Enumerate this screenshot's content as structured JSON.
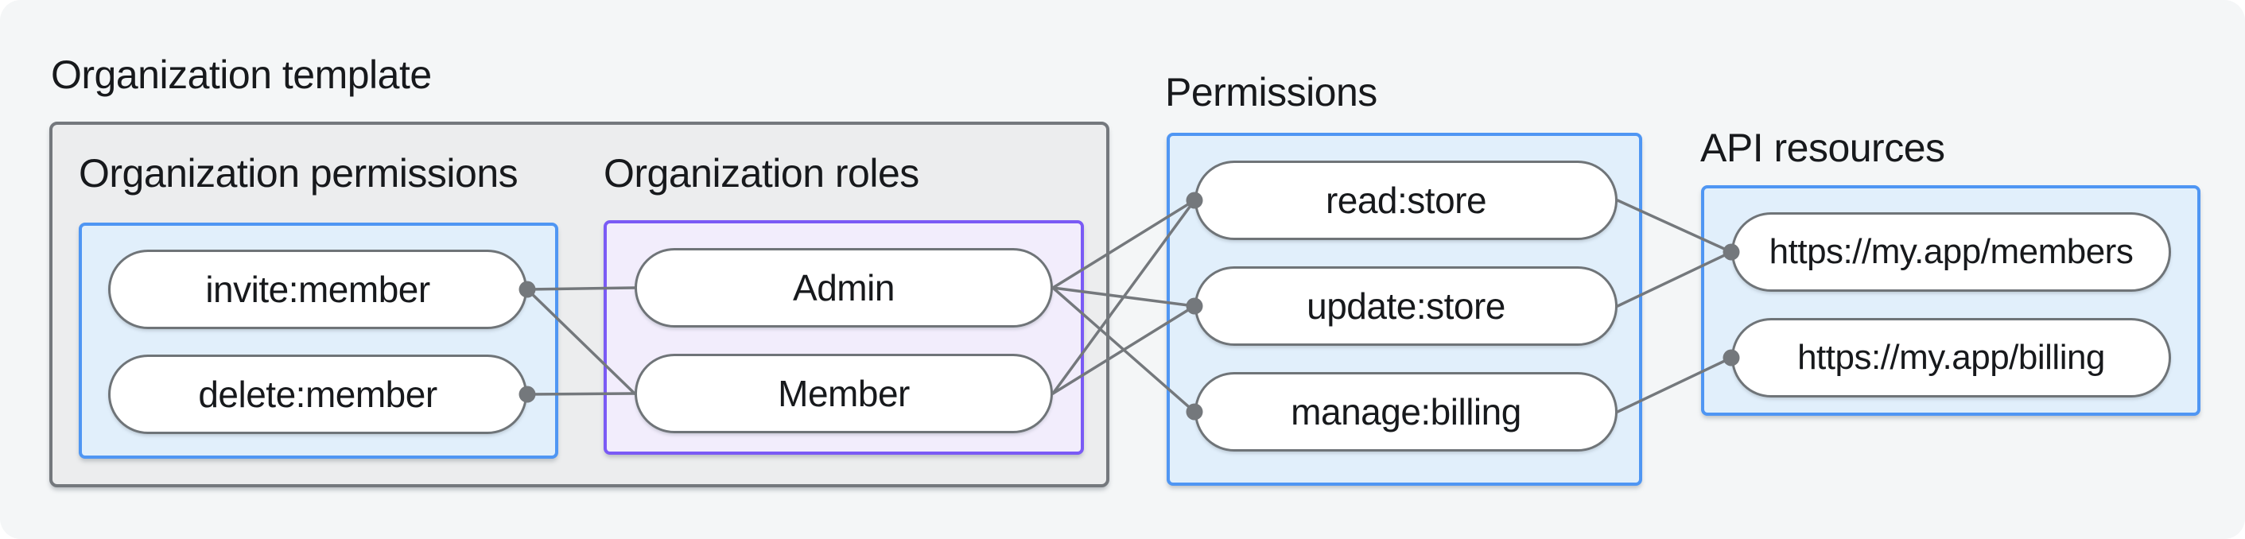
{
  "canvas": {
    "background": "#f4f6f7"
  },
  "colors": {
    "canvas_bg": "#f4f6f7",
    "box_gray_fill": "#ecedee",
    "box_gray_border": "#74787d",
    "box_blue_fill": "#e1effb",
    "box_blue_border": "#4f96f3",
    "box_purple_fill": "#f2edfc",
    "box_purple_border": "#7a5af5",
    "pill_border": "#6f7478",
    "connector": "#74787c",
    "text": "#17191c"
  },
  "groups": {
    "template": {
      "label": "Organization template"
    },
    "org_permissions": {
      "label": "Organization permissions"
    },
    "org_roles": {
      "label": "Organization roles"
    },
    "permissions": {
      "label": "Permissions"
    },
    "api_resources": {
      "label": "API resources"
    }
  },
  "diagram": {
    "nodes": [
      {
        "id": "invite-member",
        "label": "invite:member",
        "group": "org_permissions",
        "dot": "right"
      },
      {
        "id": "delete-member",
        "label": "delete:member",
        "group": "org_permissions",
        "dot": "right"
      },
      {
        "id": "admin",
        "label": "Admin",
        "group": "org_roles",
        "dot": null
      },
      {
        "id": "member",
        "label": "Member",
        "group": "org_roles",
        "dot": null
      },
      {
        "id": "read-store",
        "label": "read:store",
        "group": "permissions",
        "dot": "left"
      },
      {
        "id": "update-store",
        "label": "update:store",
        "group": "permissions",
        "dot": "left"
      },
      {
        "id": "manage-billing",
        "label": "manage:billing",
        "group": "permissions",
        "dot": "left"
      },
      {
        "id": "members-api",
        "label": "https://my.app/members",
        "group": "api_resources",
        "dot": "left"
      },
      {
        "id": "billing-api",
        "label": "https://my.app/billing",
        "group": "api_resources",
        "dot": "left"
      }
    ],
    "edges": [
      {
        "from": "invite-member",
        "from_side": "right",
        "to": "admin",
        "to_side": "left"
      },
      {
        "from": "invite-member",
        "from_side": "right",
        "to": "member",
        "to_side": "left"
      },
      {
        "from": "delete-member",
        "from_side": "right",
        "to": "member",
        "to_side": "left"
      },
      {
        "from": "admin",
        "from_side": "right",
        "to": "read-store",
        "to_side": "left"
      },
      {
        "from": "admin",
        "from_side": "right",
        "to": "update-store",
        "to_side": "left"
      },
      {
        "from": "admin",
        "from_side": "right",
        "to": "manage-billing",
        "to_side": "left"
      },
      {
        "from": "member",
        "from_side": "right",
        "to": "read-store",
        "to_side": "left"
      },
      {
        "from": "member",
        "from_side": "right",
        "to": "update-store",
        "to_side": "left"
      },
      {
        "from": "read-store",
        "from_side": "right",
        "to": "members-api",
        "to_side": "left"
      },
      {
        "from": "update-store",
        "from_side": "right",
        "to": "members-api",
        "to_side": "left"
      },
      {
        "from": "manage-billing",
        "from_side": "right",
        "to": "billing-api",
        "to_side": "left"
      }
    ]
  }
}
